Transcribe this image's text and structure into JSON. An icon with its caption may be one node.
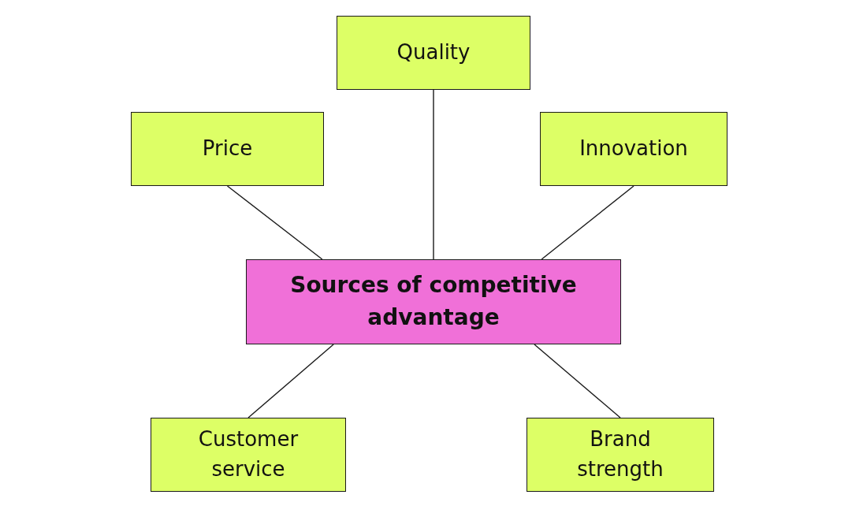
{
  "diagram": {
    "nodes": [
      {
        "text": [
          "Quality"
        ]
      },
      {
        "text": [
          "Price"
        ]
      },
      {
        "text": [
          "Innovation"
        ]
      },
      {
        "text": [
          "Sources of competitive advantage"
        ]
      },
      {
        "text": [
          "Customer service"
        ]
      },
      {
        "text": [
          "Brand strength"
        ]
      }
    ],
    "edges": [
      {
        "from": 3,
        "to": 0,
        "arrow": "none"
      },
      {
        "from": 3,
        "to": 1,
        "arrow": "none"
      },
      {
        "from": 3,
        "to": 2,
        "arrow": "none"
      },
      {
        "from": 3,
        "to": 4,
        "arrow": "none"
      },
      {
        "from": 3,
        "to": 5,
        "arrow": "none"
      }
    ]
  }
}
